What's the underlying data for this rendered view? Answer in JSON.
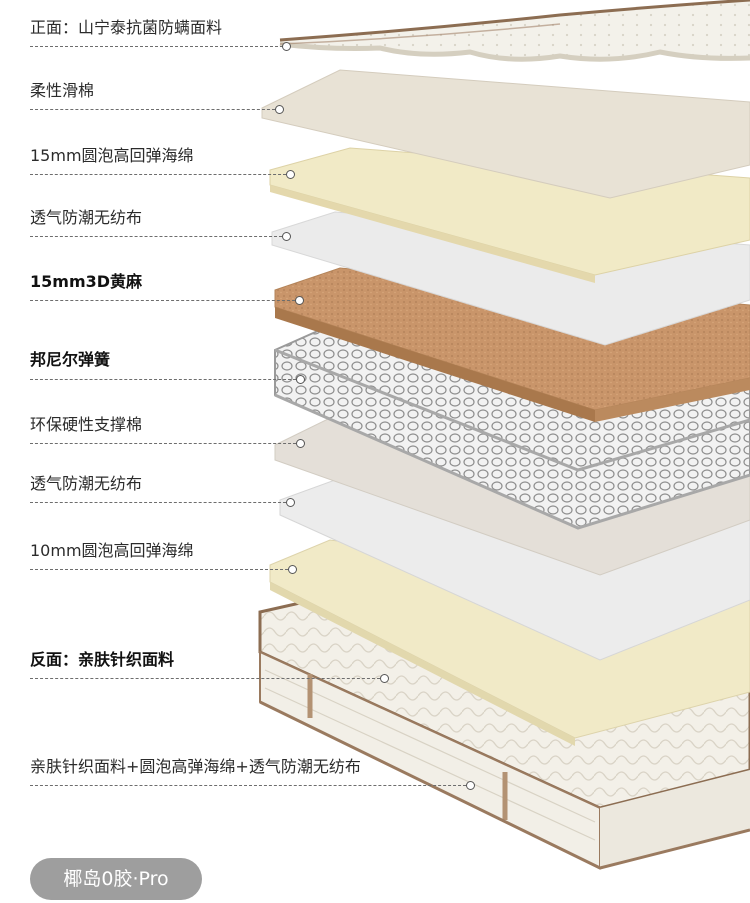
{
  "layers": [
    {
      "label": "正面：山宁泰抗菌防螨面料",
      "bold": true
    },
    {
      "label": "柔性滑棉",
      "bold": false
    },
    {
      "label": "15mm圆泡高回弹海绵",
      "bold": false
    },
    {
      "label": "透气防潮无纺布",
      "bold": false
    },
    {
      "label": "15mm3D黄麻",
      "bold": true
    },
    {
      "label": "邦尼尔弹簧",
      "bold": true
    },
    {
      "label": "环保硬性支撑棉",
      "bold": false
    },
    {
      "label": "透气防潮无纺布",
      "bold": false
    },
    {
      "label": "10mm圆泡高回弹海绵",
      "bold": false
    },
    {
      "label": "反面：亲肤针织面料",
      "bold": true
    },
    {
      "label": "亲肤针织面料+圆泡高弹海绵+透气防潮无纺布",
      "bold": false
    }
  ],
  "badge": "椰岛0胶·Pro",
  "colors": {
    "top_fabric": "#f1eee3",
    "soft_cotton": "#e6e0d4",
    "foam_yellow": "#f0e8c4",
    "nonwoven": "#e9e9e9",
    "jute": "#c9956a",
    "spring_wire": "#a9a9a9",
    "support_cotton": "#e3ddd6",
    "base_border": "#9a7a5f",
    "badge_bg": "#9e9e9e"
  }
}
